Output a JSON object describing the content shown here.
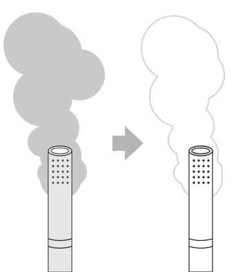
{
  "illustration": {
    "left_panel": {
      "cloud_style": "filled",
      "cloud_fill": "#c9c9c9"
    },
    "arrow": {
      "direction": "right",
      "icon": "right-arrow-icon",
      "color": "#b5b5b5"
    },
    "right_panel": {
      "cloud_style": "outline",
      "cloud_stroke": "#d4d4d4"
    },
    "microphone": {
      "body_color": "#ffffff",
      "line_color": "#222222",
      "grille_dot_color": "#333333"
    }
  }
}
